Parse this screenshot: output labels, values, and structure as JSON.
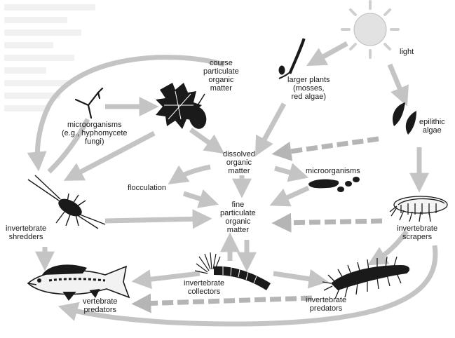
{
  "labels": {
    "light": "light",
    "larger_plants": [
      "larger plants",
      "(mosses,",
      "red algae)"
    ],
    "cpom": [
      "course",
      "particulate",
      "organic",
      "matter"
    ],
    "microorganisms_top": [
      "microorganisms",
      "(e.g., hyphomycete",
      "fungi)"
    ],
    "epilithic_algae": [
      "epilithic",
      "algae"
    ],
    "dom": [
      "dissolved",
      "organic",
      "matter"
    ],
    "flocculation": "flocculation",
    "microorganisms_mid": "microorganisms",
    "fpom": [
      "fine",
      "particulate",
      "organic",
      "matter"
    ],
    "shredders": [
      "invertebrate",
      "shredders"
    ],
    "scrapers": [
      "invertebrate",
      "scrapers"
    ],
    "collectors": [
      "invertebrate",
      "collectors"
    ],
    "vertebrate_predators": [
      "vertebrate",
      "predators"
    ],
    "invertebrate_predators": [
      "invertebrate",
      "predators"
    ]
  },
  "colors": {
    "arrow": "#c4c4c4",
    "arrow_dark": "#9a9a9a",
    "organism": "#1a1a1a",
    "sun": "#e2e2e2"
  },
  "icons": [
    "sun-icon",
    "larger-plants-icon",
    "leaf-icon",
    "fungi-icon",
    "algae-icon",
    "microorganisms-icon",
    "shredder-icon",
    "scraper-icon",
    "collector-icon",
    "fish-icon",
    "centipede-icon"
  ]
}
